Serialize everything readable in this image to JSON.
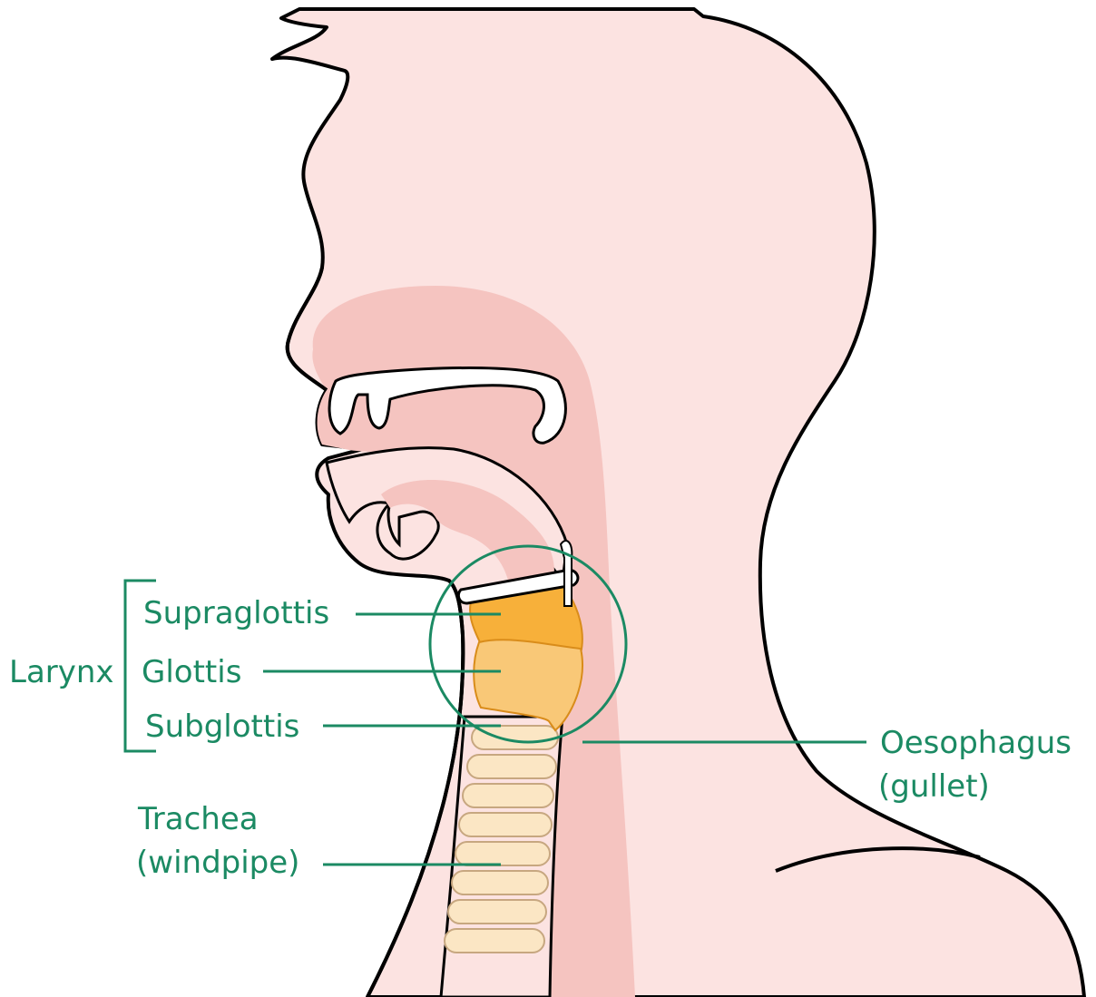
{
  "colors": {
    "label": "#1b8a63",
    "outline": "#000000",
    "skin": "#fce3e1",
    "cavity": "#f5c4c0",
    "white": "#ffffff",
    "supraglottis": "#f7b03a",
    "glottis": "#f9c877",
    "cartilage": "#fbe6c4"
  },
  "labels": {
    "larynx": "Larynx",
    "supraglottis": "Supraglottis",
    "glottis": "Glottis",
    "subglottis": "Subglottis",
    "trachea_line1": "Trachea",
    "trachea_line2": "(windpipe)",
    "oesophagus_line1": "Oesophagus",
    "oesophagus_line2": "(gullet)"
  }
}
